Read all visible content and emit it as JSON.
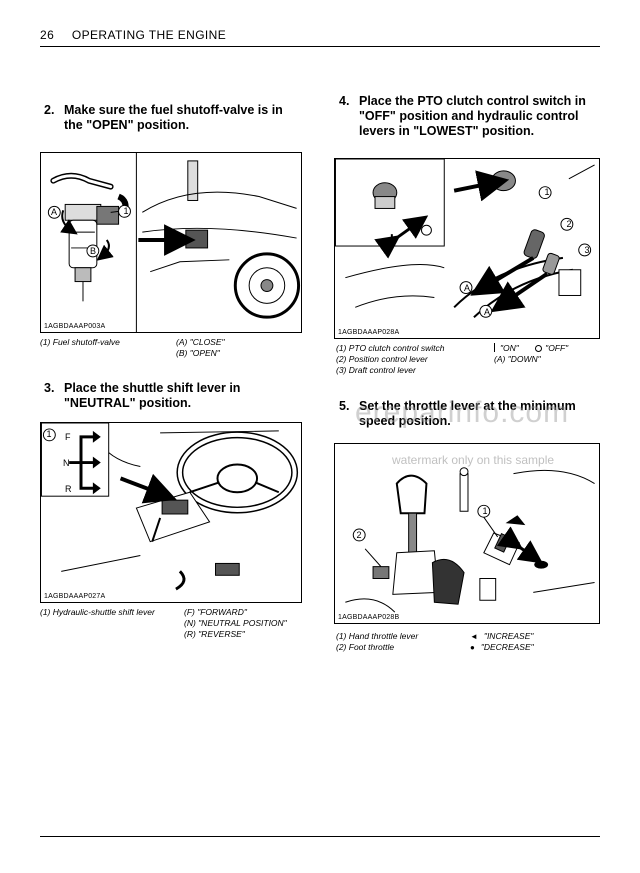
{
  "header": {
    "page_number": "26",
    "title": "OPERATING THE ENGINE"
  },
  "watermark": {
    "main": "ereparinfo.com",
    "sub": "watermark only on this sample"
  },
  "steps": [
    {
      "number": "2.",
      "text": "Make sure the fuel shutoff-valve is in the \"OPEN\" position.",
      "figure_code": "1AGBDAAAP003A",
      "callouts": [
        "1",
        "A",
        "B"
      ],
      "captions_left": [
        "(1) Fuel shutoff-valve"
      ],
      "captions_right": [
        "(A) \"CLOSE\"",
        "(B) \"OPEN\""
      ]
    },
    {
      "number": "3.",
      "text": "Place the shuttle shift lever in \"NEUTRAL\" position.",
      "figure_code": "1AGBDAAAP027A",
      "callouts": [
        "1",
        "F",
        "N",
        "R"
      ],
      "captions_left": [
        "(1) Hydraulic-shuttle shift lever"
      ],
      "captions_right": [
        "(F) \"FORWARD\"",
        "(N) \"NEUTRAL POSITION\"",
        "(R) \"REVERSE\""
      ]
    },
    {
      "number": "4.",
      "text": "Place the PTO clutch control switch in \"OFF\" position and hydraulic control levers in \"LOWEST\" position.",
      "figure_code": "1AGBDAAAP028A",
      "callouts": [
        "1",
        "2",
        "3",
        "A",
        "A"
      ],
      "captions_left": [
        "(1) PTO clutch control switch",
        "(2) Position control lever",
        "(3) Draft control lever"
      ],
      "captions_right": [
        "\"ON\"",
        "\"OFF\"",
        "(A) \"DOWN\""
      ]
    },
    {
      "number": "5.",
      "text": "Set the throttle lever at the minimum speed position.",
      "figure_code": "1AGBDAAAP028B",
      "callouts": [
        "1",
        "2"
      ],
      "captions_left": [
        "(1) Hand throttle lever",
        "(2) Foot throttle"
      ],
      "captions_right": [
        "\"INCREASE\"",
        "\"DECREASE\""
      ]
    }
  ]
}
